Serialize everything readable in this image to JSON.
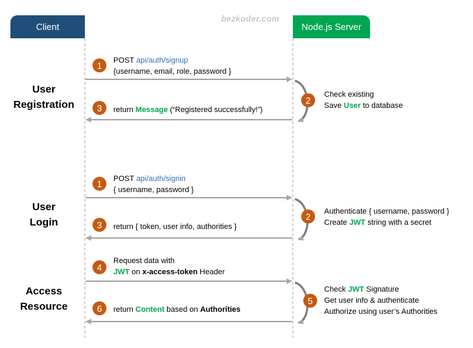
{
  "header": {
    "client": "Client",
    "server": "Node.js Server",
    "watermark": "bezkoder.com"
  },
  "colors": {
    "client_header": "#1f4e79",
    "server_header": "#00a651",
    "badge": "#c55a11",
    "arrow": "#a6a6a6",
    "link": "#2e75b6",
    "highlight": "#00a651"
  },
  "sections": {
    "registration": [
      "User",
      "Registration"
    ],
    "login": [
      "User",
      "Login"
    ],
    "access": [
      "Access",
      "Resource"
    ]
  },
  "registration": {
    "step1": {
      "num": "1",
      "line1_prefix": "POST ",
      "line1_path": "api/auth/signup",
      "line2": "{username, email, role, password }"
    },
    "step2": {
      "num": "2",
      "line1": "Check existing",
      "line2_a": "Save ",
      "line2_b": "User",
      "line2_c": " to database"
    },
    "step3": {
      "num": "3",
      "a": "return ",
      "b": "Message",
      "c": " (“Registered successfully!”)"
    }
  },
  "login": {
    "step1": {
      "num": "1",
      "line1_prefix": "POST ",
      "line1_path": "api/auth/signin",
      "line2": "{ username, password }"
    },
    "step2": {
      "num": "2",
      "line1": "Authenticate { username, password }",
      "line2_a": "Create ",
      "line2_b": "JWT",
      "line2_c": " string with a secret"
    },
    "step3": {
      "num": "3",
      "text": "return { token, user info, authorities }"
    }
  },
  "access": {
    "step4": {
      "num": "4",
      "line1": "Request  data with",
      "line2_a": "JWT",
      "line2_b": " on ",
      "line2_c": "x-access-token",
      "line2_d": " Header"
    },
    "step5": {
      "num": "5",
      "line1_a": "Check ",
      "line1_b": "JWT",
      "line1_c": " Signature",
      "line2": "Get user info & authenticate",
      "line3": "Authorize using user’s Authorities"
    },
    "step6": {
      "num": "6",
      "a": "return ",
      "b": "Content",
      "c": " based on ",
      "d": "Authorities"
    }
  }
}
